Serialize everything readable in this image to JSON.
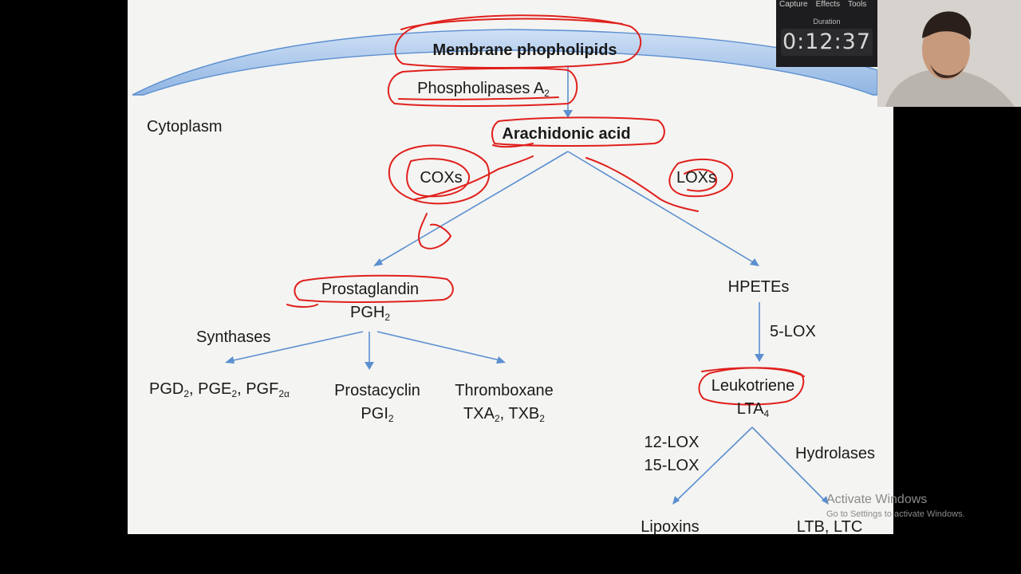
{
  "recorder": {
    "menu": [
      "Capture",
      "Effects",
      "Tools"
    ],
    "duration_label": "Duration",
    "timer": "0:12:37"
  },
  "slide": {
    "membrane": "Membrane phopholipids",
    "phospholipases_text": "Phospholipases A",
    "phospholipases_sub": "2",
    "cytoplasm": "Cytoplasm",
    "arachidonic": "Arachidonic acid",
    "coxs": "COXs",
    "loxs": "LOXs",
    "prostaglandin": "Prostaglandin",
    "pgh_text": "PGH",
    "pgh_sub": "2",
    "hpetes": "HPETEs",
    "five_lox": "5-LOX",
    "synthases": "Synthases",
    "pgd_text": "PGD",
    "pgd_sub": "2",
    "pge_text": ", PGE",
    "pge_sub": "2",
    "pgf_text": ", PGF",
    "pgf_sub": "2α",
    "prostacyclin": "Prostacyclin",
    "pgi_text": "PGI",
    "pgi_sub": "2",
    "thromboxane": "Thromboxane",
    "txa_text": "TXA",
    "txa_sub": "2",
    "txb_text": ", TXB",
    "txb_sub": "2",
    "leukotriene": "Leukotriene",
    "lta_text": "LTA",
    "lta_sub": "4",
    "lox12": "12-LOX",
    "lox15": "15-LOX",
    "hydrolases": "Hydrolases",
    "lipoxins": "Lipoxins",
    "ltb_ltc": "LTB, LTC"
  },
  "watermark": {
    "title": "Activate Windows",
    "subtitle": "Go to Settings to activate Windows."
  },
  "colors": {
    "membrane": "#a9c8ec",
    "arrow": "#5b8fd0",
    "annotation": "#e0201c"
  }
}
